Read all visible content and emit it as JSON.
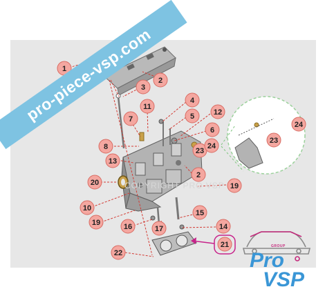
{
  "banner": {
    "text": "pro-piece-vsp.com"
  },
  "watermark": {
    "text": "COPYRIGHT PRO VSP"
  },
  "logo": {
    "group": "GROUP",
    "line1": "Pro",
    "line2": "VSP"
  },
  "callouts": [
    {
      "num": "1"
    },
    {
      "num": "2"
    },
    {
      "num": "3"
    },
    {
      "num": "4"
    },
    {
      "num": "5"
    },
    {
      "num": "6"
    },
    {
      "num": "7"
    },
    {
      "num": "8"
    },
    {
      "num": "10"
    },
    {
      "num": "11"
    },
    {
      "num": "12"
    },
    {
      "num": "13"
    },
    {
      "num": "14"
    },
    {
      "num": "15"
    },
    {
      "num": "16"
    },
    {
      "num": "17"
    },
    {
      "num": "19"
    },
    {
      "num": "19"
    },
    {
      "num": "20"
    },
    {
      "num": "21"
    },
    {
      "num": "22"
    },
    {
      "num": "23"
    },
    {
      "num": "23"
    },
    {
      "num": "24"
    },
    {
      "num": "24"
    },
    {
      "num": "2"
    }
  ],
  "colors": {
    "callout_fill": "#f4a7a0",
    "callout_stroke": "#d86b62",
    "leader": "#d33b34",
    "highlight": "#c7228a",
    "panel": "#e6e6e6",
    "brand_blue": "#3a96d6"
  }
}
